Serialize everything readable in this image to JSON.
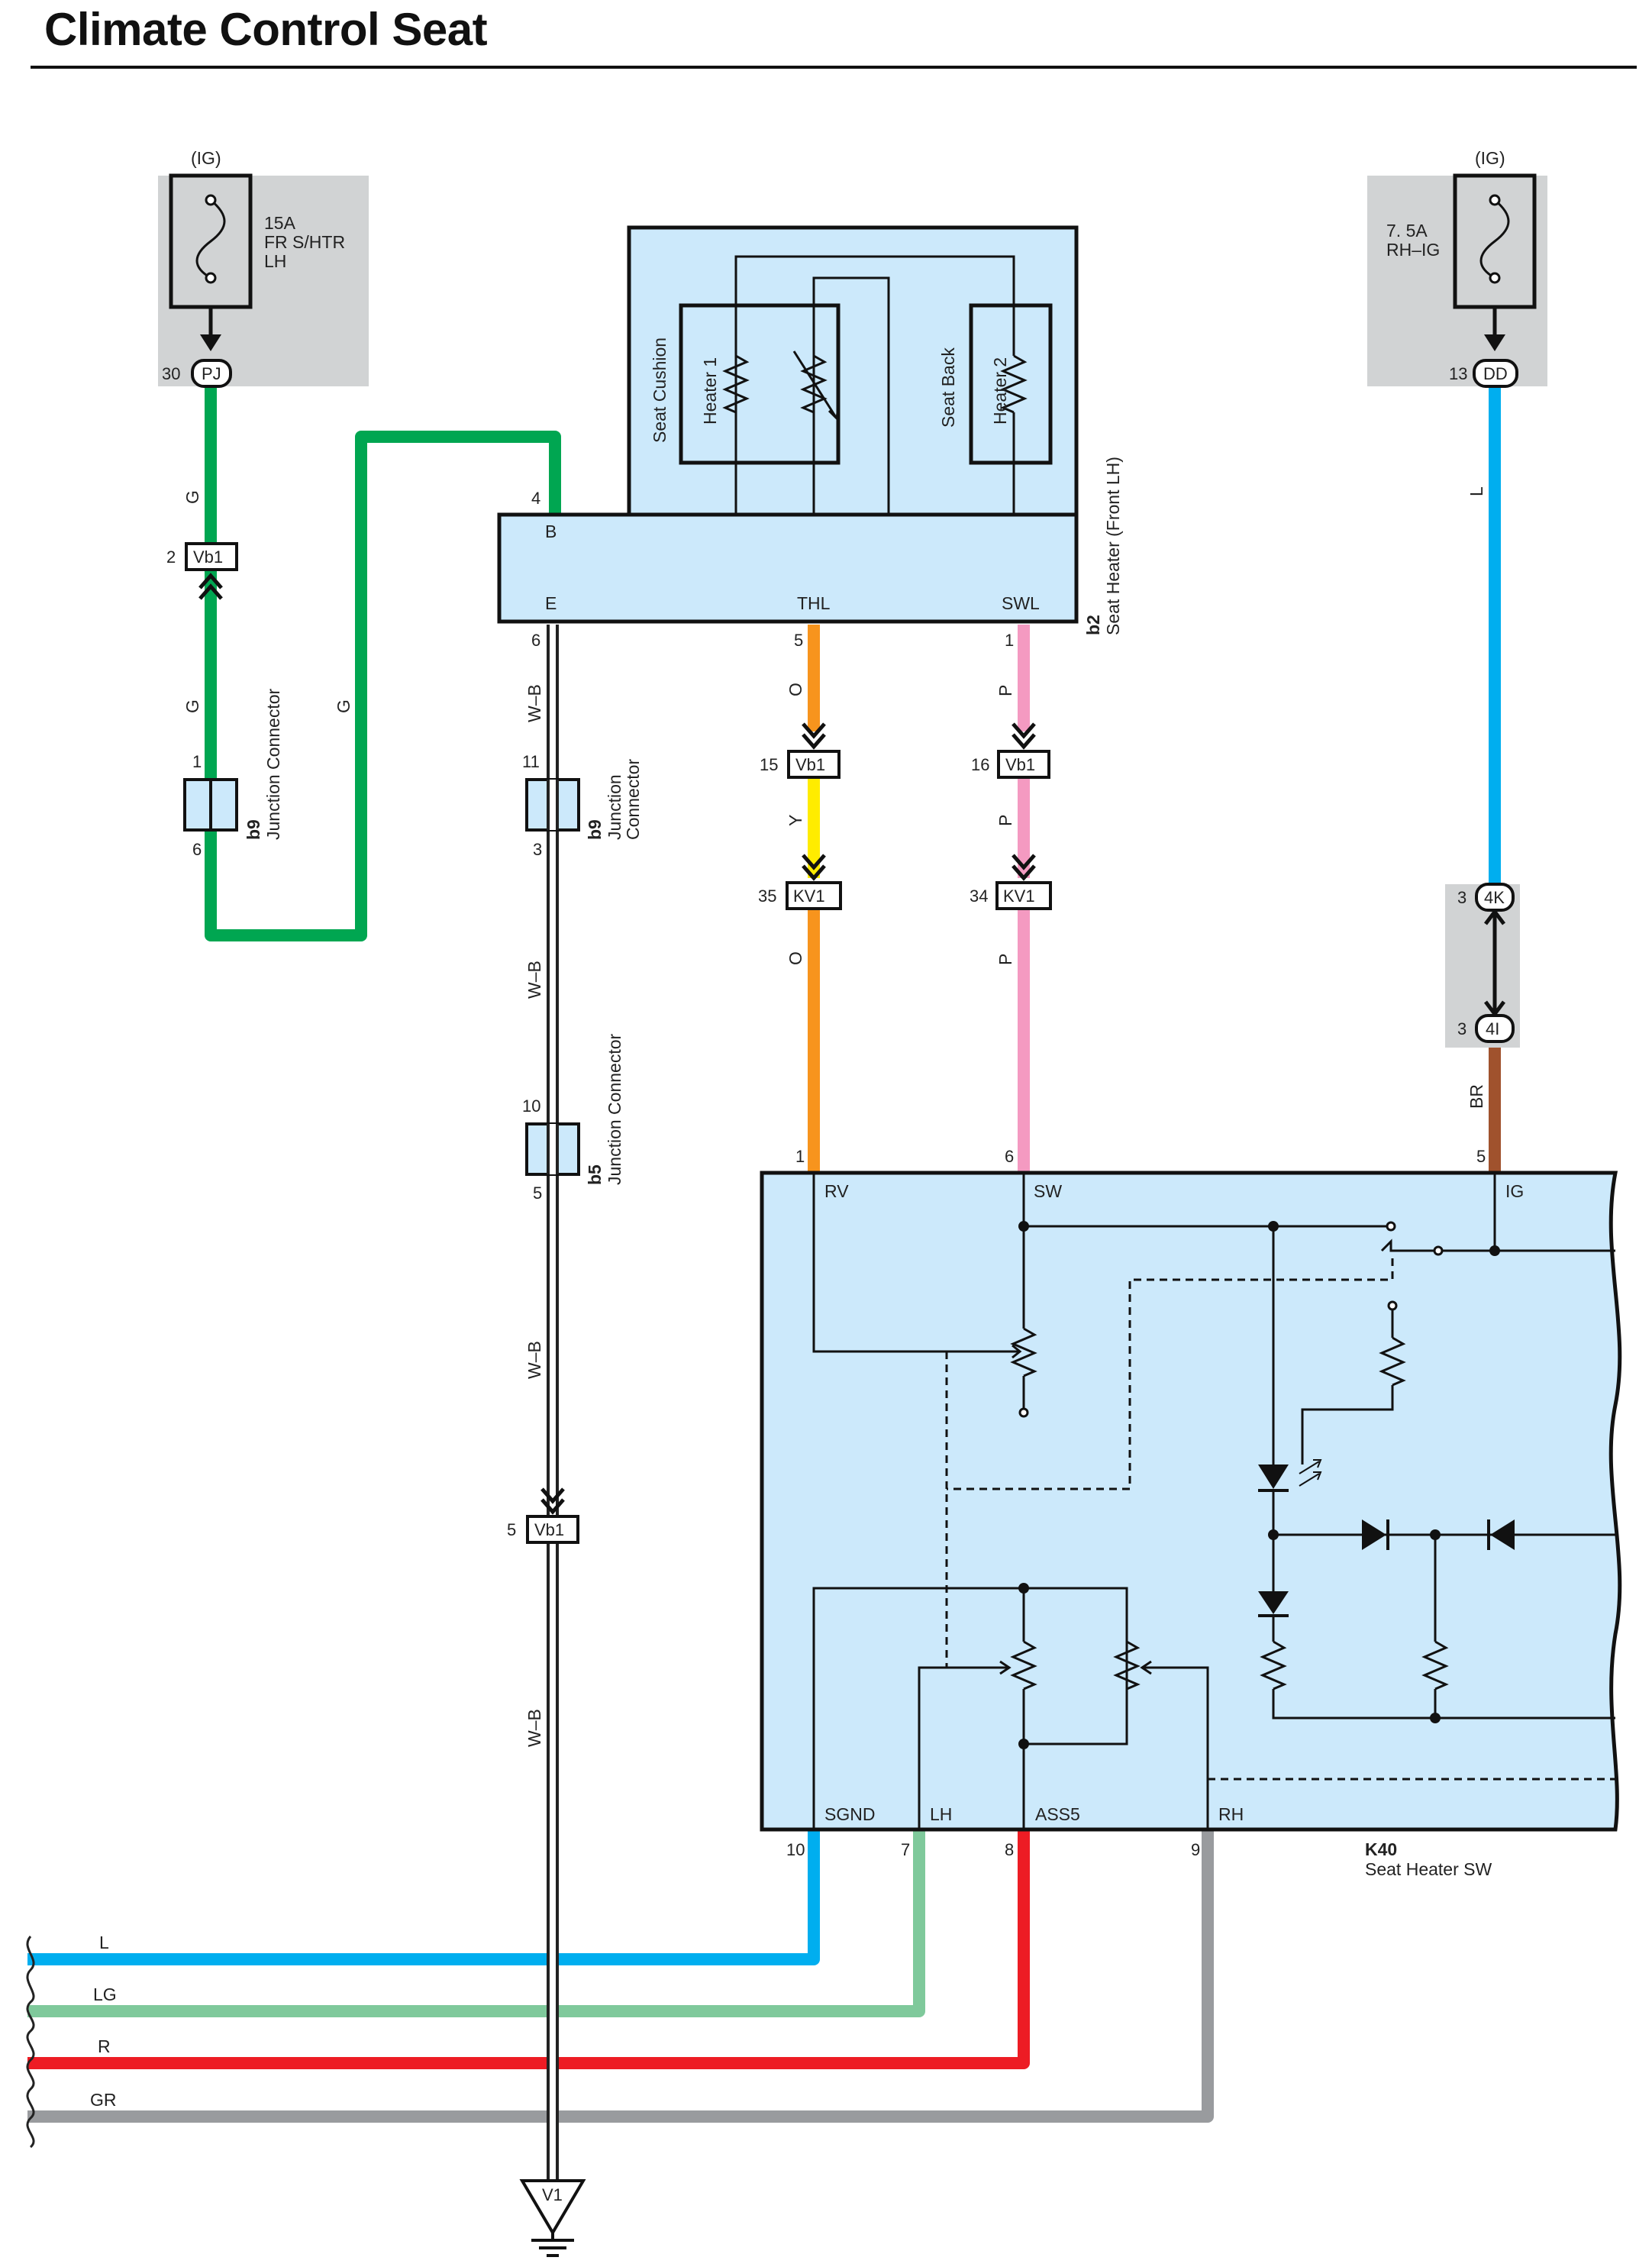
{
  "title": "Climate Control Seat",
  "colors": {
    "G": "#00a651",
    "L": "#00aeef",
    "O": "#f7941d",
    "Y": "#ffec00",
    "P": "#f49ac1",
    "BR": "#a0522d",
    "LG": "#7fc99b",
    "R": "#ed1c24",
    "GR": "#999b9e",
    "W-B": "#ffffff",
    "component_fill": "#cce9fb",
    "fuse_box": "#d1d3d4"
  },
  "fuses": [
    {
      "id": "fuse-lh",
      "supply": "(IG)",
      "rating": "15A",
      "name_line1": "FR S/HTR",
      "name_line2": "LH",
      "pin": "30",
      "connector": "PJ"
    },
    {
      "id": "fuse-rh",
      "supply": "(IG)",
      "rating": "7. 5A",
      "name_line1": "RH–IG",
      "name_line2": "",
      "pin": "13",
      "connector": "DD"
    }
  ],
  "seat_heater": {
    "code": "b2",
    "name": "Seat Heater (Front LH)",
    "section_cushion": "Seat Cushion",
    "section_back": "Seat Back",
    "heater1": "Heater 1",
    "heater2": "Heater 2",
    "terminals": {
      "B": "B",
      "E": "E",
      "THL": "THL",
      "SWL": "SWL"
    },
    "pins": {
      "B": "4",
      "E": "6",
      "THL": "5",
      "SWL": "1"
    }
  },
  "switch": {
    "code": "K40",
    "name": "Seat Heater SW",
    "terminals": {
      "RV": "RV",
      "SW": "SW",
      "IG": "IG",
      "SGND": "SGND",
      "LH": "LH",
      "ASS5": "ASS5",
      "RH": "RH"
    },
    "pins": {
      "RV": "1",
      "SW": "6",
      "IG": "5",
      "SGND": "10",
      "LH": "7",
      "ASS5": "8",
      "RH": "9"
    }
  },
  "connectors": {
    "vb1_g": {
      "pin": "2",
      "name": "Vb1"
    },
    "vb1_o": {
      "pin": "15",
      "name": "Vb1"
    },
    "vb1_p": {
      "pin": "16",
      "name": "Vb1"
    },
    "kv1_o": {
      "pin": "35",
      "name": "KV1"
    },
    "kv1_p": {
      "pin": "34",
      "name": "KV1"
    },
    "vb1_wb": {
      "pin": "5",
      "name": "Vb1"
    },
    "conn_4k": {
      "pin": "3",
      "name": "4K"
    },
    "conn_4i": {
      "pin": "3",
      "name": "4I"
    }
  },
  "junctions": {
    "b9_g": {
      "code": "b9",
      "name": "Junction Connector",
      "pin_top": "1",
      "pin_bottom": "6"
    },
    "b9_wb": {
      "code": "b9",
      "name_line1": "Junction",
      "name_line2": "Connector",
      "pin_top": "11",
      "pin_bottom": "3"
    },
    "b5_wb": {
      "code": "b5",
      "name": "Junction Connector",
      "pin_top": "10",
      "pin_bottom": "5"
    }
  },
  "wire_labels": {
    "g1": "G",
    "g2": "G",
    "g3": "G",
    "l_rh": "L",
    "wb1": "W–B",
    "wb2": "W–B",
    "wb3": "W–B",
    "wb4": "W–B",
    "o1": "O",
    "y1": "Y",
    "o2": "O",
    "p1": "P",
    "p2": "P",
    "p3": "P",
    "br": "BR"
  },
  "bus_wires": [
    {
      "label": "L",
      "color": "#00aeef"
    },
    {
      "label": "LG",
      "color": "#7fc99b"
    },
    {
      "label": "R",
      "color": "#ed1c24"
    },
    {
      "label": "GR",
      "color": "#999b9e"
    }
  ],
  "ground": {
    "name": "V1"
  }
}
